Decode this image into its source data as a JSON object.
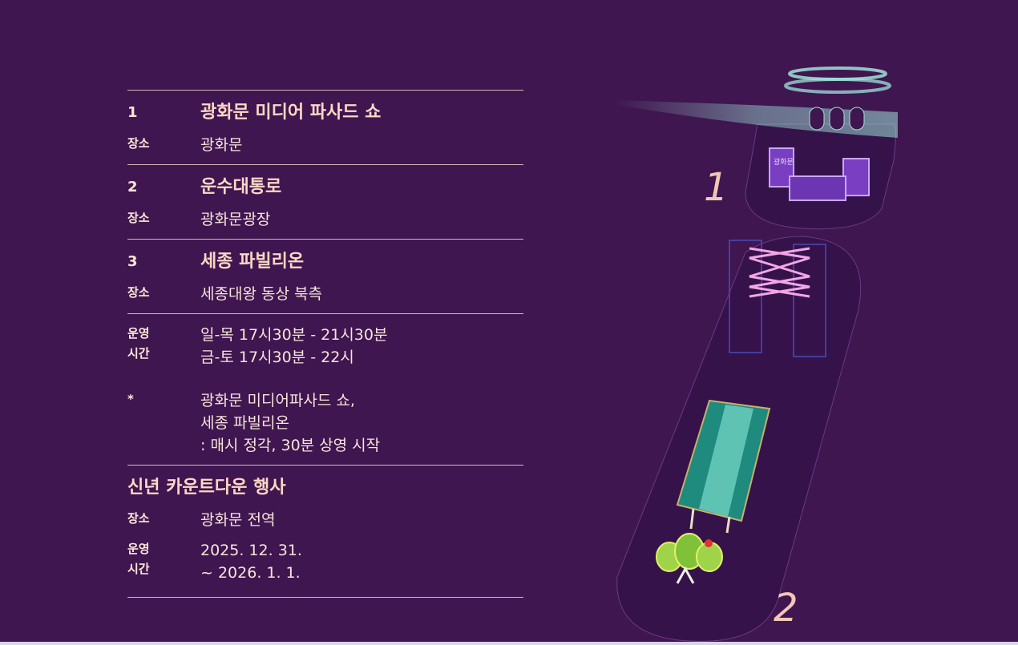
{
  "schedule": [
    {
      "num": "1",
      "title": "광화문 미디어 파사드 쇼",
      "place_label": "장소",
      "place": "광화문"
    },
    {
      "num": "2",
      "title": "운수대통로",
      "place_label": "장소",
      "place": "광화문광장"
    },
    {
      "num": "3",
      "title": "세종 파빌리온",
      "place_label": "장소",
      "place": "세종대왕 동상 북측"
    }
  ],
  "hours": {
    "label_line1": "운영",
    "label_line2": "시간",
    "line1": "일-목 17시30분 - 21시30분",
    "line2": "금-토 17시30분 - 22시"
  },
  "note": {
    "mark": "*",
    "line1": "광화문 미디어파사드 쇼,",
    "line2": "세종 파빌리온",
    "line3": ": 매시 정각, 30분 상영 시작"
  },
  "countdown": {
    "title": "신년 카운트다운 행사",
    "place_label": "장소",
    "place": "광화문 전역",
    "hours_label_line1": "운영",
    "hours_label_line2": "시간",
    "date_line1": "2025. 12. 31.",
    "date_line2": "~ 2026. 1. 1."
  },
  "map": {
    "marker1": "1",
    "marker2": "2",
    "sign_text": "광화문"
  },
  "colors": {
    "background": "#3f1650",
    "text": "#f6dfd0",
    "divider": "#d9b9b4",
    "neon_pink": "#f2a6e6",
    "teal": "#1f8a7e"
  }
}
